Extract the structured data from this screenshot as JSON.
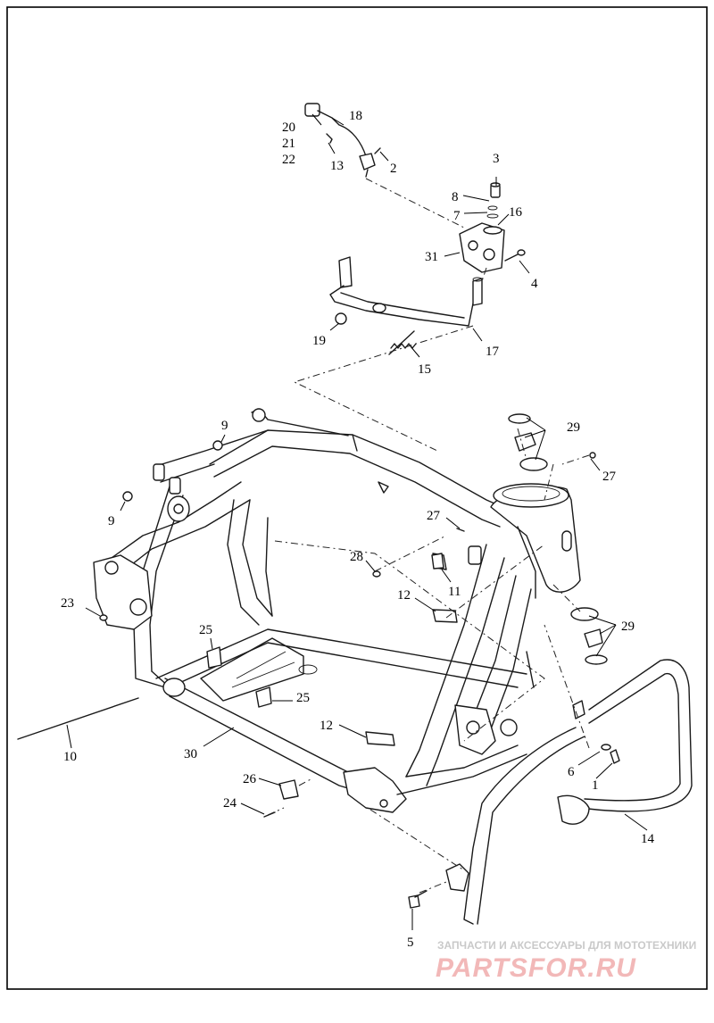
{
  "callouts": [
    "1",
    "2",
    "3",
    "4",
    "5",
    "6",
    "7",
    "8",
    "9",
    "9",
    "10",
    "11",
    "12",
    "12",
    "13",
    "14",
    "15",
    "16",
    "17",
    "18",
    "19",
    "20",
    "21",
    "22",
    "23",
    "24",
    "25",
    "25",
    "26",
    "27",
    "27",
    "28",
    "29",
    "29",
    "30",
    "31"
  ],
  "watermark": {
    "tagline": "ЗАПЧАСТИ И АКСЕССУАРЫ ДЛЯ МОТОТЕХНИКИ",
    "logo": "PARTSFOR.RU",
    "color": "#e58c8c"
  }
}
